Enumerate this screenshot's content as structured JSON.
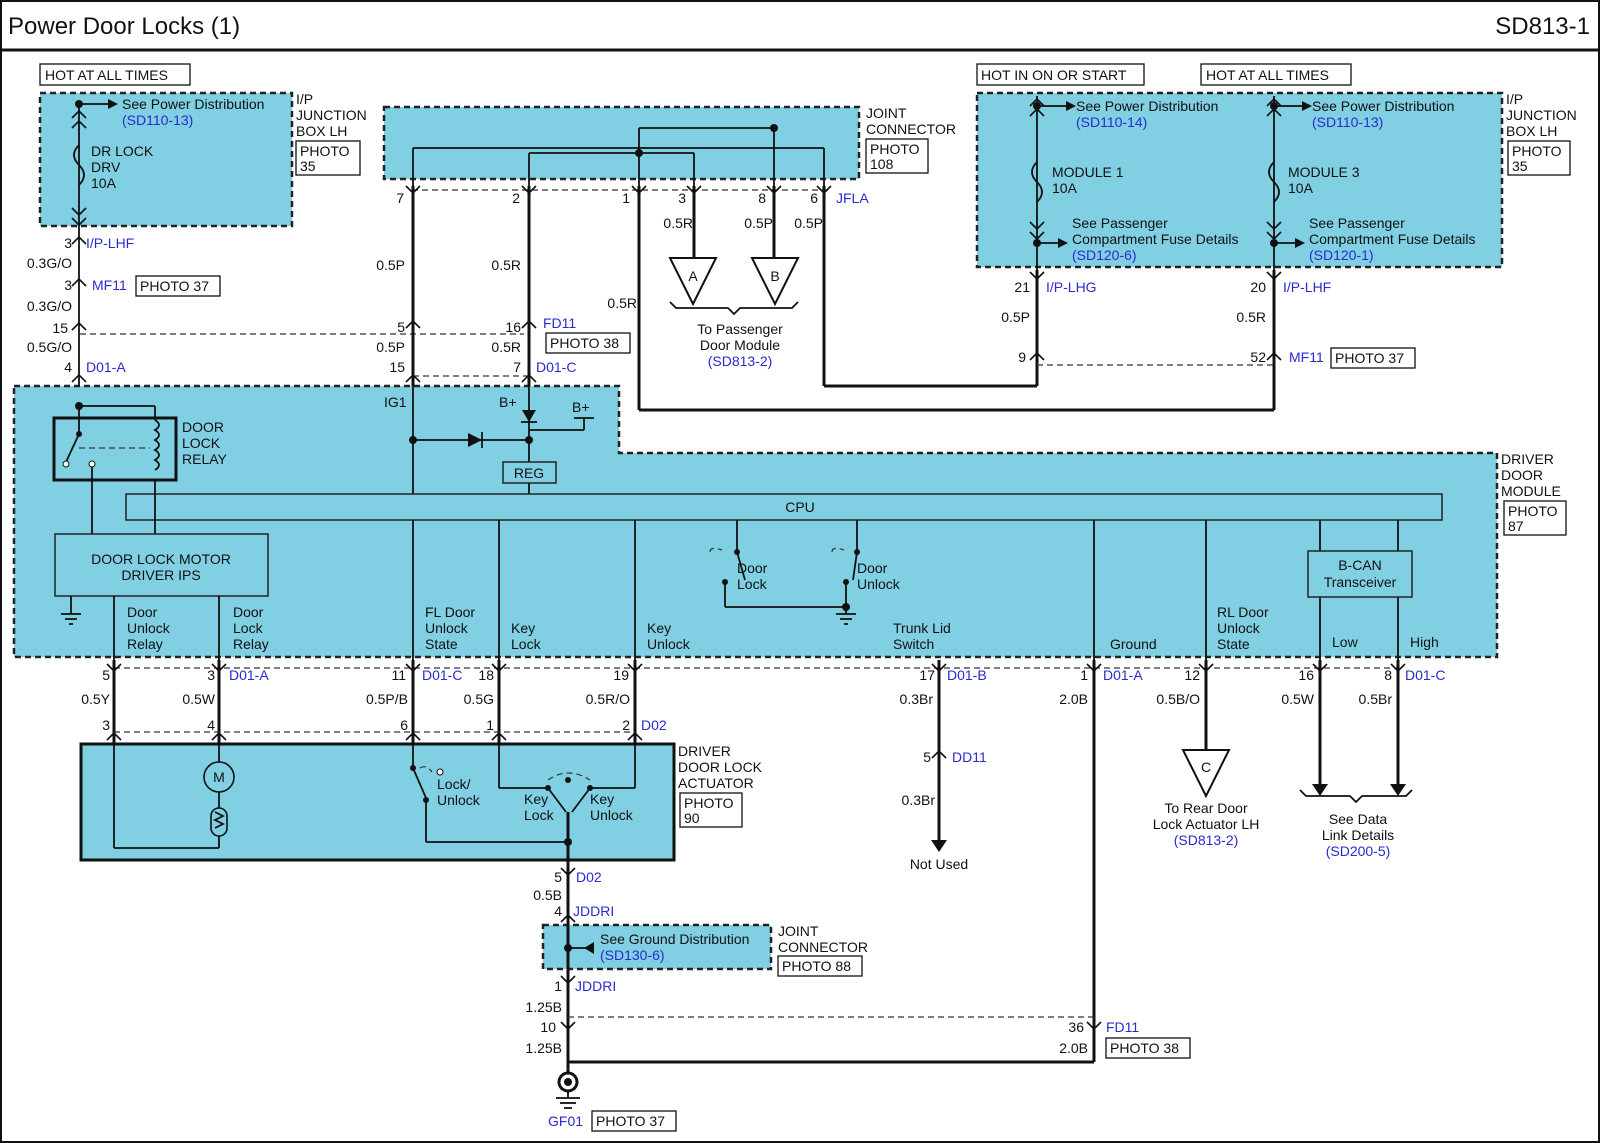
{
  "header": {
    "title": "Power Door Locks (1)",
    "code": "SD813-1"
  },
  "labels": {
    "hot_all_times_left": "HOT AT ALL TIMES",
    "hot_in_on_start": "HOT IN ON OR START",
    "hot_all_times_right": "HOT AT ALL TIMES",
    "see_power_dist": "See Power Distribution",
    "sd110_13": "(SD110-13)",
    "sd110_14": "(SD110-14)",
    "dr_lock": "DR LOCK",
    "drv": "DRV",
    "amp10": "10A",
    "ip_jb_1": "I/P",
    "ip_jb_2": "JUNCTION",
    "ip_jb_3": "BOX LH",
    "photo": "PHOTO",
    "p35": "35",
    "p108": "108",
    "p87": "87",
    "p90": "90",
    "photo37": "PHOTO 37",
    "photo38": "PHOTO 38",
    "photo88": "PHOTO 88",
    "joint1": "JOINT",
    "joint2": "CONNECTOR",
    "jfla": "JFLA",
    "ip_lhf": "I/P-LHF",
    "ip_lhg": "I/P-LHG",
    "mf11": "MF11",
    "fd11": "FD11",
    "d01a": "D01-A",
    "d01b": "D01-B",
    "d01c": "D01-C",
    "d02": "D02",
    "dd11": "DD11",
    "jddri": "JDDRI",
    "gf01": "GF01",
    "module1": "MODULE 1",
    "module3": "MODULE 3",
    "see_pass_1": "See Passenger",
    "see_pass_2": "Compartment Fuse Details",
    "sd120_6": "(SD120-6)",
    "sd120_1": "(SD120-1)",
    "to_pass_1": "To Passenger",
    "to_pass_2": "Door Module",
    "sd813_2": "(SD813-2)",
    "conn_a": "A",
    "conn_b": "B",
    "conn_c": "C",
    "ig1": "IG1",
    "bplus": "B+",
    "reg": "REG",
    "cpu": "CPU",
    "dlr_1": "DOOR",
    "dlr_2": "LOCK",
    "dlr_3": "RELAY",
    "dlm_1": "DOOR LOCK MOTOR",
    "dlm_2": "DRIVER IPS",
    "ddm_1": "DRIVER",
    "ddm_2": "DOOR",
    "ddm_3": "MODULE",
    "door_lock_1": "Door",
    "door_lock_2": "Lock",
    "door_unlock_2": "Unlock",
    "relay": "Relay",
    "fl_1": "FL Door",
    "fl_2": "Unlock",
    "fl_3": "State",
    "key": "Key",
    "trunk_1": "Trunk Lid",
    "trunk_2": "Switch",
    "ground": "Ground",
    "rl_1": "RL Door",
    "bcan_1": "B-CAN",
    "bcan_2": "Transceiver",
    "low": "Low",
    "high": "High",
    "dla_1": "DRIVER",
    "dla_2": "DOOR LOCK",
    "dla_3": "ACTUATOR",
    "lock_unlock_1": "Lock/",
    "lock_unlock_2": "Unlock",
    "m": "M",
    "not_used": "Not Used",
    "rear_1": "To Rear Door",
    "rear_2": "Lock Actuator LH",
    "data_1": "See Data",
    "data_2": "Link Details",
    "sd200_5": "(SD200-5)",
    "see_gnd": "See Ground Distribution",
    "sd130_6": "(SD130-6)"
  },
  "wires": {
    "w03go": "0.3G/O",
    "w05go": "0.5G/O",
    "w05p": "0.5P",
    "w05r": "0.5R",
    "w05y": "0.5Y",
    "w05w": "0.5W",
    "w05pb": "0.5P/B",
    "w05g": "0.5G",
    "w05ro": "0.5R/O",
    "w03br": "0.3Br",
    "w20b": "2.0B",
    "w05bo": "0.5B/O",
    "w05br": "0.5Br",
    "w05b": "0.5B",
    "w125b": "1.25B"
  },
  "pins": {
    "p1": "1",
    "p2": "2",
    "p3": "3",
    "p4": "4",
    "p5": "5",
    "p6": "6",
    "p7": "7",
    "p8": "8",
    "p9": "9",
    "p10": "10",
    "p11": "11",
    "p12": "12",
    "p15": "15",
    "p16": "16",
    "p17": "17",
    "p18": "18",
    "p19": "19",
    "p20": "20",
    "p21": "21",
    "p36": "36",
    "p52": "52"
  }
}
